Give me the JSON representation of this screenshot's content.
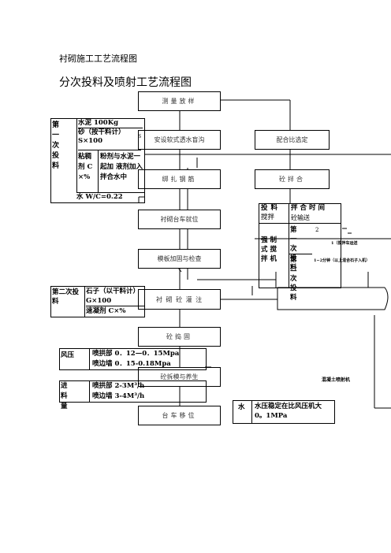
{
  "titles": {
    "small": "衬砌施工工艺流程图",
    "big": "分次投料及喷射工艺流程图"
  },
  "flow": {
    "b1": "测量放样",
    "b2": "安设软式透水盲沟",
    "b3": "绑扎钢筋",
    "b4": "衬砌台车就位",
    "b5": "模板加固与检查",
    "b6": "衬 砌 砼 灌 注",
    "b7": "砼捣固",
    "b8": "砼拆模与养生",
    "b9": "台车移位",
    "mix_design": "配合比选定",
    "mixing": "砼拌合"
  },
  "first_charge": {
    "label": "第一次投料",
    "cement": "水泥 100Kg",
    "sand": "砂（按干料计）S×100",
    "agent_label": "粘稠剂 C×%",
    "agent_desc": "粉剂与水泥一起加 液剂加入拌合水中",
    "water": "水 W/C=0.22",
    "s_mark": "S"
  },
  "second_charge": {
    "label": "第二次投料",
    "stone": "石子（以干料计）G×100",
    "accelerator": "速凝剂 C×%"
  },
  "forced_mixer": {
    "h1": "投料",
    "h2": "拌合时间",
    "col_label": "强制式搅拌机",
    "step1": "第一次投料",
    "step2": "第二次投料",
    "n1": "2",
    "note1": "1（搅拌车运送",
    "note2": "1~2分钟（以上混合石子入机）",
    "overlay_mix": "搅拌",
    "overlay_trans": "砼输送"
  },
  "wind_pressure": {
    "label": "风压",
    "l1": "喷拱部 0．12—0．15Mpa",
    "l2": "喷边墙 0．15-0.18Mpa"
  },
  "feed": {
    "label": "进料量",
    "l1": "喷拱部 2-3M³/h",
    "l2": "喷边墙 3-4M³/h"
  },
  "water_pressure": {
    "label": "水",
    "text": "水压稳定在比风压机大 0。1MPa"
  },
  "sprayer": "混凝土喷射机"
}
